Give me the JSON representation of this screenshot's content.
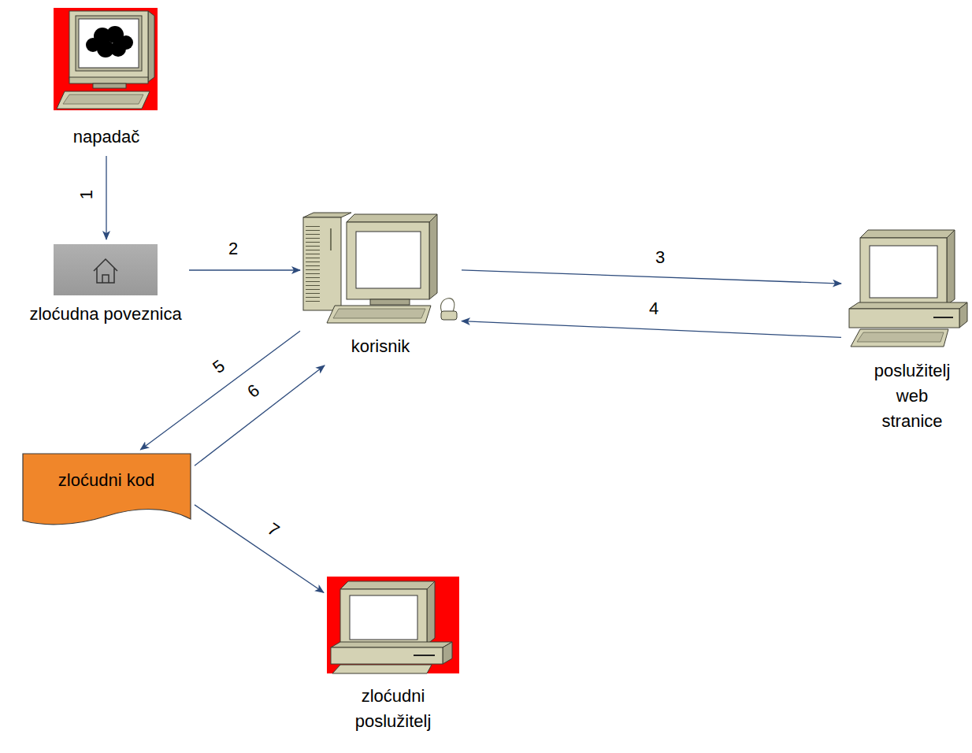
{
  "diagram": {
    "nodes": [
      {
        "text": [
          "napadač"
        ]
      },
      {
        "text": [
          "zloćudna poveznica"
        ]
      },
      {
        "text": [
          "korisnik"
        ]
      },
      {
        "text": [
          "poslužitelj web stranice"
        ]
      },
      {
        "text": [
          "zloćudni kod"
        ]
      },
      {
        "text": [
          "zloćudni poslužitelj"
        ]
      }
    ],
    "edges": [
      {
        "from": 0,
        "to": 1,
        "arrow": "to",
        "label": "1"
      },
      {
        "from": 1,
        "to": 2,
        "arrow": "to",
        "label": "2"
      },
      {
        "from": 2,
        "to": 3,
        "arrow": "to",
        "label": "3"
      },
      {
        "from": 3,
        "to": 2,
        "arrow": "to",
        "label": "4"
      },
      {
        "from": 2,
        "to": 4,
        "arrow": "to",
        "label": "5"
      },
      {
        "from": 4,
        "to": 2,
        "arrow": "to",
        "label": "6"
      },
      {
        "from": 4,
        "to": 5,
        "arrow": "to",
        "label": "7"
      }
    ]
  }
}
